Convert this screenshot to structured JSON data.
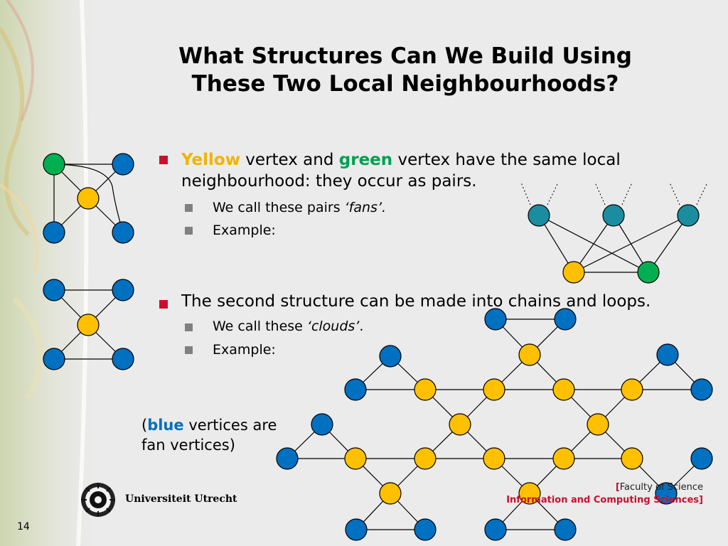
{
  "title_line1": "What Structures Can We Build Using",
  "title_line2": "These Two Local Neighbourhoods?",
  "bullet1": {
    "yellow_word": "Yellow",
    "text_a": " vertex and ",
    "green_word": "green",
    "text_b": " vertex have the same local",
    "line2": "neighbourhood: they occur as pairs.",
    "sub1_prefix": "We call these pairs ",
    "sub1_term": "‘fans’.",
    "sub2": "Example:"
  },
  "bullet2": {
    "text": "The second structure can be made into chains and loops.",
    "sub1_prefix": "We call these ",
    "sub1_term": "‘clouds’",
    "sub1_suffix": ".",
    "sub2": "Example:"
  },
  "note": {
    "open": "(",
    "blue_word": "blue",
    "text_a": " vertices are",
    "line2": "fan vertices)"
  },
  "page_number": "14",
  "university": "Universiteit Utrecht",
  "faculty": {
    "bracket_open": "[",
    "line1": "Faculty of Science",
    "line2": "Information and Computing Sciences",
    "bracket_close": "]"
  },
  "colors": {
    "vertex_yellow": "#ffc000",
    "vertex_green": "#00b050",
    "vertex_blue": "#0070c0",
    "vertex_teal": "#1a8ea0",
    "bullet_red": "#c8102e",
    "bullet_gray": "#808080"
  },
  "icons": {
    "bullet": "square",
    "logo": "sun-seal-icon"
  }
}
